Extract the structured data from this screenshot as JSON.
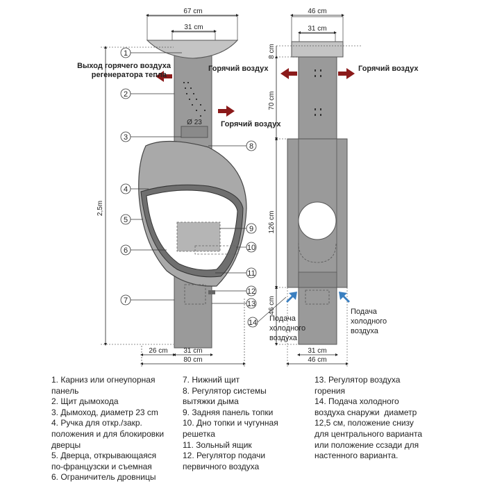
{
  "dims": {
    "top_outer_left": "67 cm",
    "top_inner_left": "31 cm",
    "top_outer_right": "46 cm",
    "top_inner_right": "31 cm",
    "cornice_h": "8 cm",
    "upper_h": "70 cm",
    "middle_h": "126 cm",
    "lower_h": "46 cm",
    "total_h": "2,5m",
    "diameter": "Ø 23",
    "bottom_left_offset": "26 cm",
    "bottom_inner_left": "31 cm",
    "bottom_outer_left": "80 cm",
    "bottom_inner_right": "31 cm",
    "bottom_outer_right": "46 cm"
  },
  "annotations": {
    "hot_air_out_line1": "Выход горячего воздуха",
    "hot_air_out_line2": "регенератора тепла",
    "hot_air_center": "Горячий воздух",
    "hot_air_left": "Горячий воздух",
    "hot_air_right": "Горячий воздух",
    "cold_air_left_1": "Подача",
    "cold_air_left_2": "холодного",
    "cold_air_left_3": "воздуха",
    "cold_air_right_1": "Подача",
    "cold_air_right_2": "холодного",
    "cold_air_right_3": "воздуха"
  },
  "callouts": [
    "1",
    "2",
    "3",
    "4",
    "5",
    "6",
    "7",
    "8",
    "9",
    "10",
    "11",
    "12",
    "13",
    "14"
  ],
  "legend": {
    "col1": [
      "1. Карниз или огнеупорная",
      "панель",
      "2. Щит дымохода",
      "3. Дымоход, диаметр 23 cm",
      "4. Ручка для откр./закр.",
      "положения и для блокировки",
      "дверцы",
      "5. Дверца, открывающаяся",
      "по-французски и съемная",
      "6. Ограничитель дровницы"
    ],
    "col2": [
      "7. Нижний щит",
      "8. Регулятор системы",
      "вытяжки дыма",
      "9. Задняя панель топки",
      "10. Дно топки и чугунная",
      "решетка",
      "11. Зольный ящик",
      "12. Регулятор подачи",
      "первичного воздуха"
    ],
    "col3": [
      "13. Регулятор воздуха",
      "горения",
      "14. Подача холодного",
      "воздуха снаружи  диаметр",
      "12,5 см, положение снизу",
      "для центрального варианта",
      "или положение ссзади для",
      "настенного варианта."
    ]
  },
  "colors": {
    "body": "#9a9a9a",
    "cornice": "#c4c4c4",
    "hot_arrow": "#8b1a1a",
    "cold_arrow": "#3a7fc0"
  }
}
